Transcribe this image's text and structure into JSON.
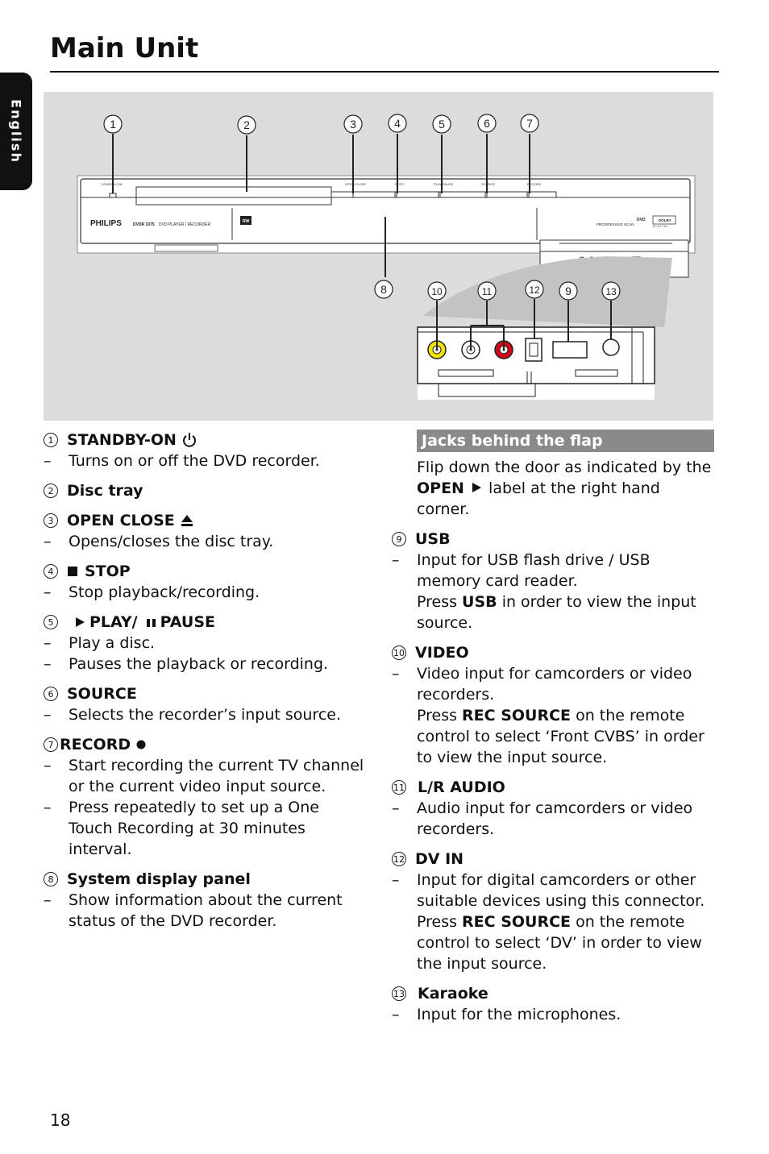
{
  "page": {
    "title": "Main Unit",
    "side_tab": "English",
    "page_number": "18"
  },
  "figure": {
    "callouts": [
      "1",
      "2",
      "3",
      "4",
      "5",
      "6",
      "7",
      "8",
      "10",
      "11",
      "12",
      "9",
      "13"
    ],
    "panel_labels": {
      "standby": "STANDBY-ON",
      "open_close": "OPEN/CLOSE",
      "stop": "STOP",
      "play_pause": "PLAY/PAUSE",
      "source": "SOURCE",
      "record": "RECORD",
      "brand": "PHILIPS",
      "model": "DVDR 3375",
      "subtitle": "DVD PLAYER / RECORDER",
      "rw": "RW",
      "progressive": "PROGRESSIVE SCAN",
      "dvd": "DVD",
      "dolby": "DOLBY",
      "digital": "D I G I T A L",
      "input": "INPUT"
    }
  },
  "left": [
    {
      "num": "1",
      "title": "STANDBY-ON",
      "lines": [
        "Turns on or off the DVD recorder."
      ]
    },
    {
      "num": "2",
      "title": "Disc tray",
      "lines": []
    },
    {
      "num": "3",
      "title": "OPEN CLOSE",
      "lines": [
        "Opens/closes the disc tray."
      ]
    },
    {
      "num": "4",
      "title": "STOP",
      "lines": [
        "Stop playback/recording."
      ]
    },
    {
      "num": "5",
      "title_a": "PLAY/",
      "title_b": "PAUSE",
      "lines": [
        "Play a disc.",
        "Pauses the playback or recording."
      ]
    },
    {
      "num": "6",
      "title": "SOURCE",
      "lines": [
        "Selects the recorder’s input source."
      ]
    },
    {
      "num": "7",
      "title": "RECORD",
      "lines": [
        "Start recording the current TV channel or the current video input source.",
        "Press repeatedly to set up a One Touch Recording at 30 minutes interval."
      ]
    },
    {
      "num": "8",
      "title": "System display panel",
      "lines": [
        "Show information about the current status of the DVD recorder."
      ]
    }
  ],
  "right": {
    "banner": "Jacks behind the flap",
    "intro_a": "Flip down the door as indicated by the ",
    "intro_b": "OPEN",
    "intro_c": " label at the right hand corner.",
    "items": [
      {
        "num": "9",
        "title": "USB",
        "line": "Input for USB flash drive / USB memory card reader.",
        "press_a": "Press ",
        "press_b": "USB",
        "press_c": " in order to view the input source."
      },
      {
        "num": "10",
        "title": "VIDEO",
        "line": "Video input for camcorders or video recorders.",
        "press_a": "Press ",
        "press_b": "REC SOURCE",
        "press_c": " on the remote control to select ‘Front CVBS’ in order to view the input source."
      },
      {
        "num": "11",
        "title": "L/R AUDIO",
        "line": "Audio input for camcorders or video recorders."
      },
      {
        "num": "12",
        "title": "DV IN",
        "line": "Input for digital camcorders or other suitable devices using this connector.",
        "press_a": "Press ",
        "press_b": "REC SOURCE",
        "press_c": " on the remote control to select ‘DV’ in order to view the input source."
      },
      {
        "num": "13",
        "title": "Karaoke",
        "line": "Input for the microphones."
      }
    ]
  }
}
